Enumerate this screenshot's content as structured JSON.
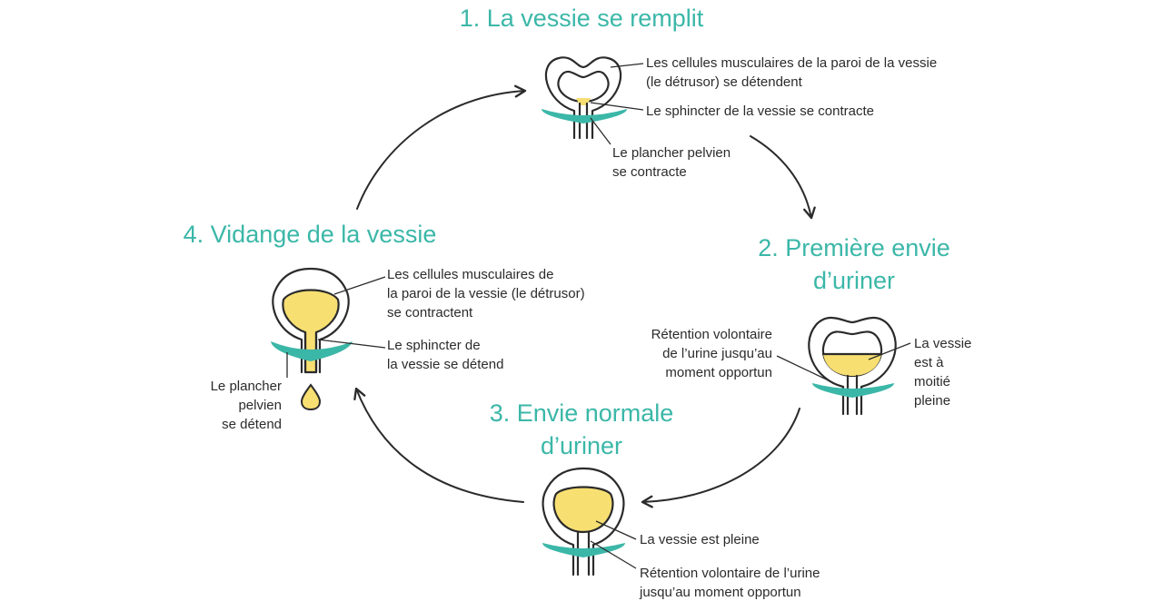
{
  "colors": {
    "teal": "#3bb7a8",
    "urine": "#f7df72",
    "outline": "#2b2b2b",
    "text": "#2b2b2b"
  },
  "stages": [
    {
      "title": "1. La vessie se remplit",
      "labels": {
        "detrusor_line1": "Les cellules musculaires de la paroi de la vessie",
        "detrusor_line2": "(le détrusor) se détendent",
        "sphincter": "Le sphincter de la vessie se contracte",
        "floor_line1": "Le plancher pelvien",
        "floor_line2": "se contracte"
      }
    },
    {
      "title_line1": "2. Première envie",
      "title_line2": "d’uriner",
      "labels": {
        "retention_line1": "Rétention volontaire",
        "retention_line2": "de l’urine jusqu’au",
        "retention_line3": "moment opportun",
        "half_line1": "La vessie",
        "half_line2": "est à",
        "half_line3": "moitié",
        "half_line4": "pleine"
      }
    },
    {
      "title_line1": "3. Envie normale",
      "title_line2": "d’uriner",
      "labels": {
        "full": "La vessie est pleine",
        "retention_line1": "Rétention volontaire de l’urine",
        "retention_line2": "jusqu’au moment opportun"
      }
    },
    {
      "title": "4. Vidange de la vessie",
      "labels": {
        "detrusor_line1": "Les cellules musculaires de",
        "detrusor_line2": "la paroi de la vessie (le détrusor)",
        "detrusor_line3": "se contractent",
        "sphincter_line1": "Le sphincter de",
        "sphincter_line2": "la vessie se détend",
        "floor_line1": "Le plancher",
        "floor_line2": "pelvien",
        "floor_line3": "se détend"
      }
    }
  ],
  "icons": [
    "bladder-empty-icon",
    "bladder-half-icon",
    "bladder-full-icon",
    "bladder-emptying-icon",
    "urine-drop-icon",
    "cycle-arrow-icon"
  ]
}
